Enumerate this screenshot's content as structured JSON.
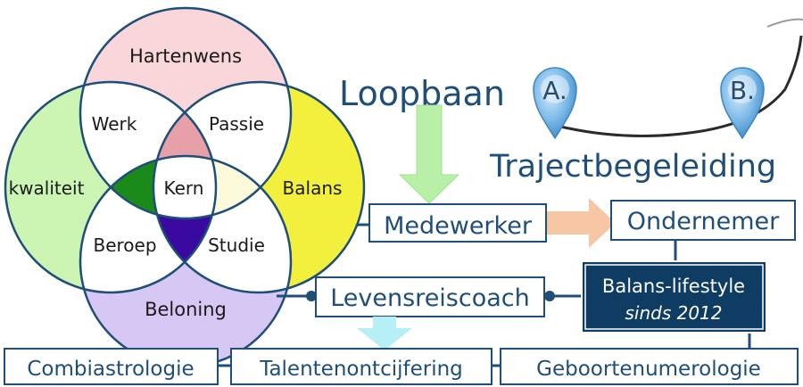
{
  "venn": {
    "top": "Hartenwens",
    "left": "kwaliteit",
    "right": "Balans",
    "bottom": "Beloning",
    "werk": "Werk",
    "passie": "Passie",
    "kern": "Kern",
    "beroep": "Beroep",
    "studie": "Studie"
  },
  "flow": {
    "loopbaan": "Loopbaan",
    "trajectbegeleiding": "Trajectbegeleiding",
    "medewerker": "Medewerker",
    "ondernemer": "Ondernemer",
    "levensreiscoach": "Levensreiscoach"
  },
  "pins": {
    "a": "A.",
    "b": "B."
  },
  "brand": {
    "line1": "Balans-lifestyle",
    "line2": "sinds 2012"
  },
  "services": {
    "combi": "Combiastrologie",
    "talent": "Talentenontcijfering",
    "geboorte": "Geboortenumerologie"
  },
  "colors": {
    "circle_stroke": "#1f4e79",
    "top_fill": "#f9d6da",
    "left_fill": "#ccf5b3",
    "right_fill": "#f2f03c",
    "bottom_fill": "#d6c7f5",
    "pink_lens": "#e8a0a8",
    "green_lens": "#1a8a1a",
    "cream_lens": "#fbfbdc",
    "purple_lens": "#3a0aa0",
    "box_border": "#1f4e79",
    "brand_bg": "#0e3c63",
    "arrow_green": "#b8f0a8",
    "arrow_orange": "#f7c6a4",
    "arrow_cyan": "#b6f0f6",
    "pin": "#5aa8e0"
  }
}
